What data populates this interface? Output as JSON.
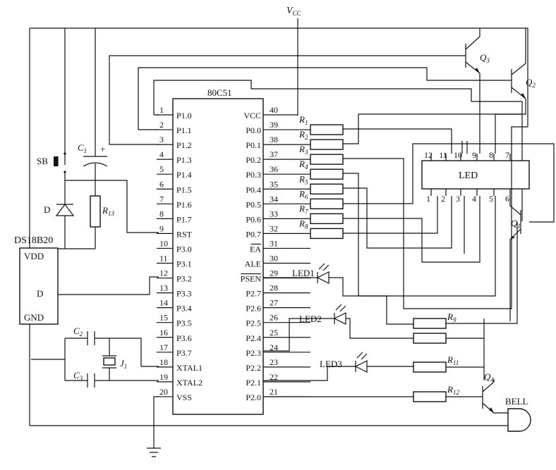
{
  "vcc_label": "V",
  "vcc_sub": "CC",
  "mcu": {
    "name": "80C51",
    "left_pins": [
      {
        "num": "1",
        "name": "P1.0"
      },
      {
        "num": "2",
        "name": "P1.1"
      },
      {
        "num": "3",
        "name": "P1.2"
      },
      {
        "num": "4",
        "name": "P1.3"
      },
      {
        "num": "5",
        "name": "P1.4"
      },
      {
        "num": "6",
        "name": "P1.5"
      },
      {
        "num": "7",
        "name": "P1.6"
      },
      {
        "num": "8",
        "name": "P1.7"
      },
      {
        "num": "9",
        "name": "RST"
      },
      {
        "num": "10",
        "name": "P3.0"
      },
      {
        "num": "11",
        "name": "P3.1"
      },
      {
        "num": "12",
        "name": "P3.2"
      },
      {
        "num": "13",
        "name": "P3.3"
      },
      {
        "num": "14",
        "name": "P3.4"
      },
      {
        "num": "15",
        "name": "P3.5"
      },
      {
        "num": "16",
        "name": "P3.6"
      },
      {
        "num": "17",
        "name": "P3.7"
      },
      {
        "num": "18",
        "name": "XTAL1"
      },
      {
        "num": "19",
        "name": "XTAL2"
      },
      {
        "num": "20",
        "name": "VSS"
      }
    ],
    "right_pins": [
      {
        "num": "40",
        "name": "VCC"
      },
      {
        "num": "39",
        "name": "P0.0"
      },
      {
        "num": "38",
        "name": "P0.1"
      },
      {
        "num": "37",
        "name": "P0.2"
      },
      {
        "num": "36",
        "name": "P0.3"
      },
      {
        "num": "35",
        "name": "P0.4"
      },
      {
        "num": "34",
        "name": "P0.5"
      },
      {
        "num": "33",
        "name": "P0.6"
      },
      {
        "num": "32",
        "name": "P0.7"
      },
      {
        "num": "31",
        "name": "EA"
      },
      {
        "num": "30",
        "name": "ALE"
      },
      {
        "num": "29",
        "name": "PSEN"
      },
      {
        "num": "28",
        "name": "P2.7"
      },
      {
        "num": "27",
        "name": "P2.6"
      },
      {
        "num": "26",
        "name": "P2.5"
      },
      {
        "num": "25",
        "name": "P2.4"
      },
      {
        "num": "24",
        "name": "P2.3"
      },
      {
        "num": "23",
        "name": "P2.2"
      },
      {
        "num": "22",
        "name": "P2.1"
      },
      {
        "num": "21",
        "name": "P2.0"
      }
    ]
  },
  "resistors_p0": [
    {
      "label": "R",
      "sub": "1"
    },
    {
      "label": "R",
      "sub": "2"
    },
    {
      "label": "R",
      "sub": "3"
    },
    {
      "label": "R",
      "sub": "4"
    },
    {
      "label": "R",
      "sub": "5"
    },
    {
      "label": "R",
      "sub": "6"
    },
    {
      "label": "R",
      "sub": "7"
    },
    {
      "label": "R",
      "sub": "8"
    }
  ],
  "led_display": {
    "name": "LED",
    "top_pins": [
      "12",
      "11",
      "10",
      "9",
      "8",
      "7"
    ],
    "bottom_pins": [
      "1",
      "2",
      "3",
      "4",
      "5",
      "6"
    ]
  },
  "transistors": [
    {
      "label": "Q",
      "sub": "3"
    },
    {
      "label": "Q",
      "sub": "2"
    },
    {
      "label": "Q",
      "sub": "1"
    },
    {
      "label": "Q",
      "sub": "4"
    }
  ],
  "leds": [
    "LED1",
    "LED2",
    "LED3"
  ],
  "resistors_right": [
    {
      "label": "R",
      "sub": "9"
    },
    {
      "label": "R",
      "sub": "11"
    },
    {
      "label": "R",
      "sub": "12"
    }
  ],
  "bell": "BELL",
  "sensor": {
    "name": "DS18B20",
    "pins": [
      "VDD",
      "D",
      "GND"
    ]
  },
  "switch": "SB",
  "diode": "D",
  "r13": {
    "label": "R",
    "sub": "13"
  },
  "c1": {
    "label": "C",
    "sub": "1",
    "plus": "+"
  },
  "c2": {
    "label": "C",
    "sub": "2"
  },
  "c3": {
    "label": "C",
    "sub": "3"
  },
  "crystal": {
    "label": "J",
    "sub": "1"
  }
}
